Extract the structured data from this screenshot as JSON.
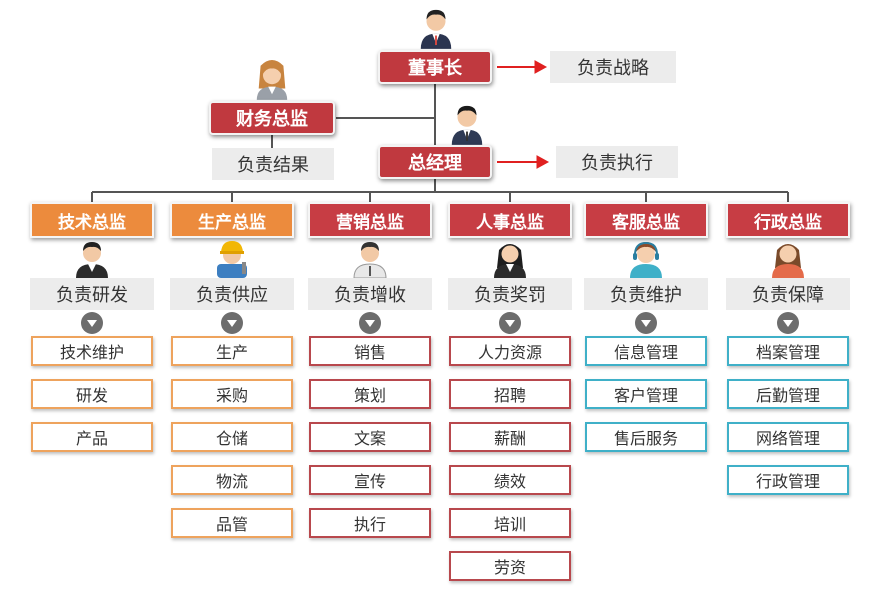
{
  "chairman": {
    "title": "董事长",
    "note": "负责战略"
  },
  "finance": {
    "title": "财务总监",
    "note": "负责结果"
  },
  "gm": {
    "title": "总经理",
    "note": "负责执行"
  },
  "colors": {
    "top": "#c0393f",
    "arrow": "#e02020",
    "header_orange": "#ec8b3d",
    "header_red": "#c73d44",
    "orange_border": "#eea35d",
    "red_border": "#b8484d",
    "blue_border": "#3fb0c8"
  },
  "departments": [
    {
      "name": "技术总监",
      "duty": "负责研发",
      "person": "man-suit-icon",
      "color": "orange",
      "tasks": [
        "技术维护",
        "研发",
        "产品"
      ]
    },
    {
      "name": "生产总监",
      "duty": "负责供应",
      "person": "worker-icon",
      "color": "orange",
      "tasks": [
        "生产",
        "采购",
        "仓储",
        "物流",
        "品管"
      ]
    },
    {
      "name": "营销总监",
      "duty": "负责增收",
      "person": "man-shirt-icon",
      "color": "red",
      "tasks": [
        "销售",
        "策划",
        "文案",
        "宣传",
        "执行"
      ]
    },
    {
      "name": "人事总监",
      "duty": "负责奖罚",
      "person": "woman-suit-icon",
      "color": "red",
      "tasks": [
        "人力资源",
        "招聘",
        "薪酬",
        "绩效",
        "培训",
        "劳资"
      ]
    },
    {
      "name": "客服总监",
      "duty": "负责维护",
      "person": "headset-agent-icon",
      "color": "blue",
      "tasks": [
        "信息管理",
        "客户管理",
        "售后服务"
      ]
    },
    {
      "name": "行政总监",
      "duty": "负责保障",
      "person": "woman-icon",
      "color": "blue",
      "tasks": [
        "档案管理",
        "后勤管理",
        "网络管理",
        "行政管理"
      ]
    }
  ]
}
